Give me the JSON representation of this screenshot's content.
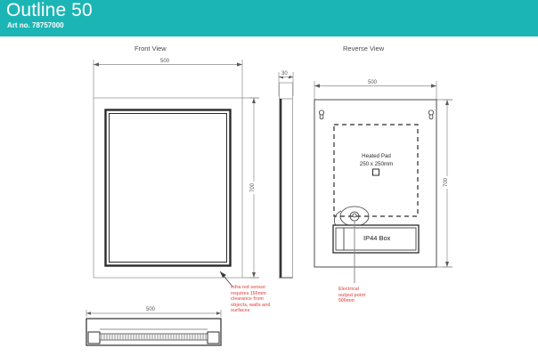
{
  "header": {
    "title": "Outline 50",
    "art_no": "Art no. 78757000",
    "bg_color": "#1cb5b5",
    "text_color": "#ffffff"
  },
  "views": {
    "front": {
      "label": "Front View",
      "dim_width": "500",
      "dim_height": "700"
    },
    "side": {
      "dim_depth": "30"
    },
    "reverse": {
      "label": "Reverse View",
      "dim_width": "500",
      "dim_height": "700",
      "heated_pad_label": "Heated Pad",
      "heated_pad_size": "250 x 250mm",
      "ip44_box_label": "IP44 Box"
    },
    "bottom": {
      "dim_width": "500"
    }
  },
  "notes": {
    "infrared": "Infra red sensor\nrequires 150mm\nclearance from\nobjects, walls and\nsurfaces",
    "electrical": "Electrical\noutput point\n500mm",
    "color": "#e8706e"
  },
  "colors": {
    "line": "#3a3a3a",
    "dim_line": "#8a8a8a",
    "panel_fill": "#ffffff",
    "dark_frame": "#2b2b2b"
  }
}
